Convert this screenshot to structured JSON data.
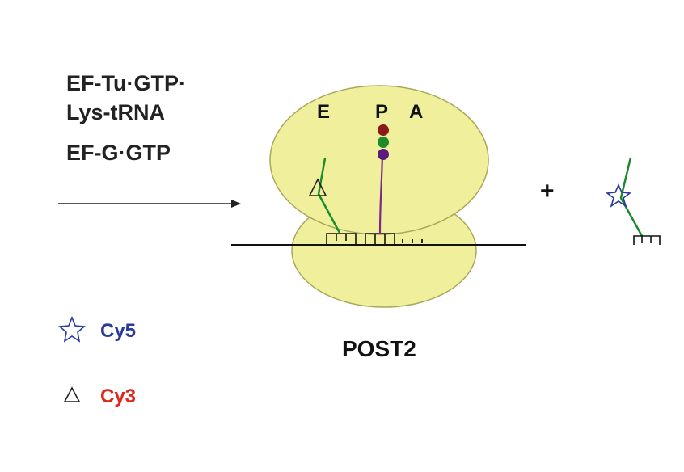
{
  "reagents": {
    "line1": "EF-Tu·GTP·",
    "line2": "Lys-tRNA",
    "line3": "EF-G·GTP"
  },
  "sites": {
    "e": "E",
    "p": "P",
    "a": "A"
  },
  "plus": "+",
  "complex_label": "POST2",
  "legend": {
    "cy5": {
      "label": "Cy5",
      "color": "#2a3a9a",
      "symbol": "star-icon"
    },
    "cy3": {
      "label": "Cy3",
      "color": "#e0261b",
      "symbol": "triangle-icon"
    }
  },
  "colors": {
    "ribosome_fill": "#f0ef9c",
    "ribosome_stroke": "#a8a85c",
    "trna_green": "#1b8a2e",
    "trna_purple": "#7a2a8a",
    "peptide_red": "#8c1a1a",
    "peptide_green": "#1e8a2a",
    "peptide_purple": "#5a1a80"
  }
}
